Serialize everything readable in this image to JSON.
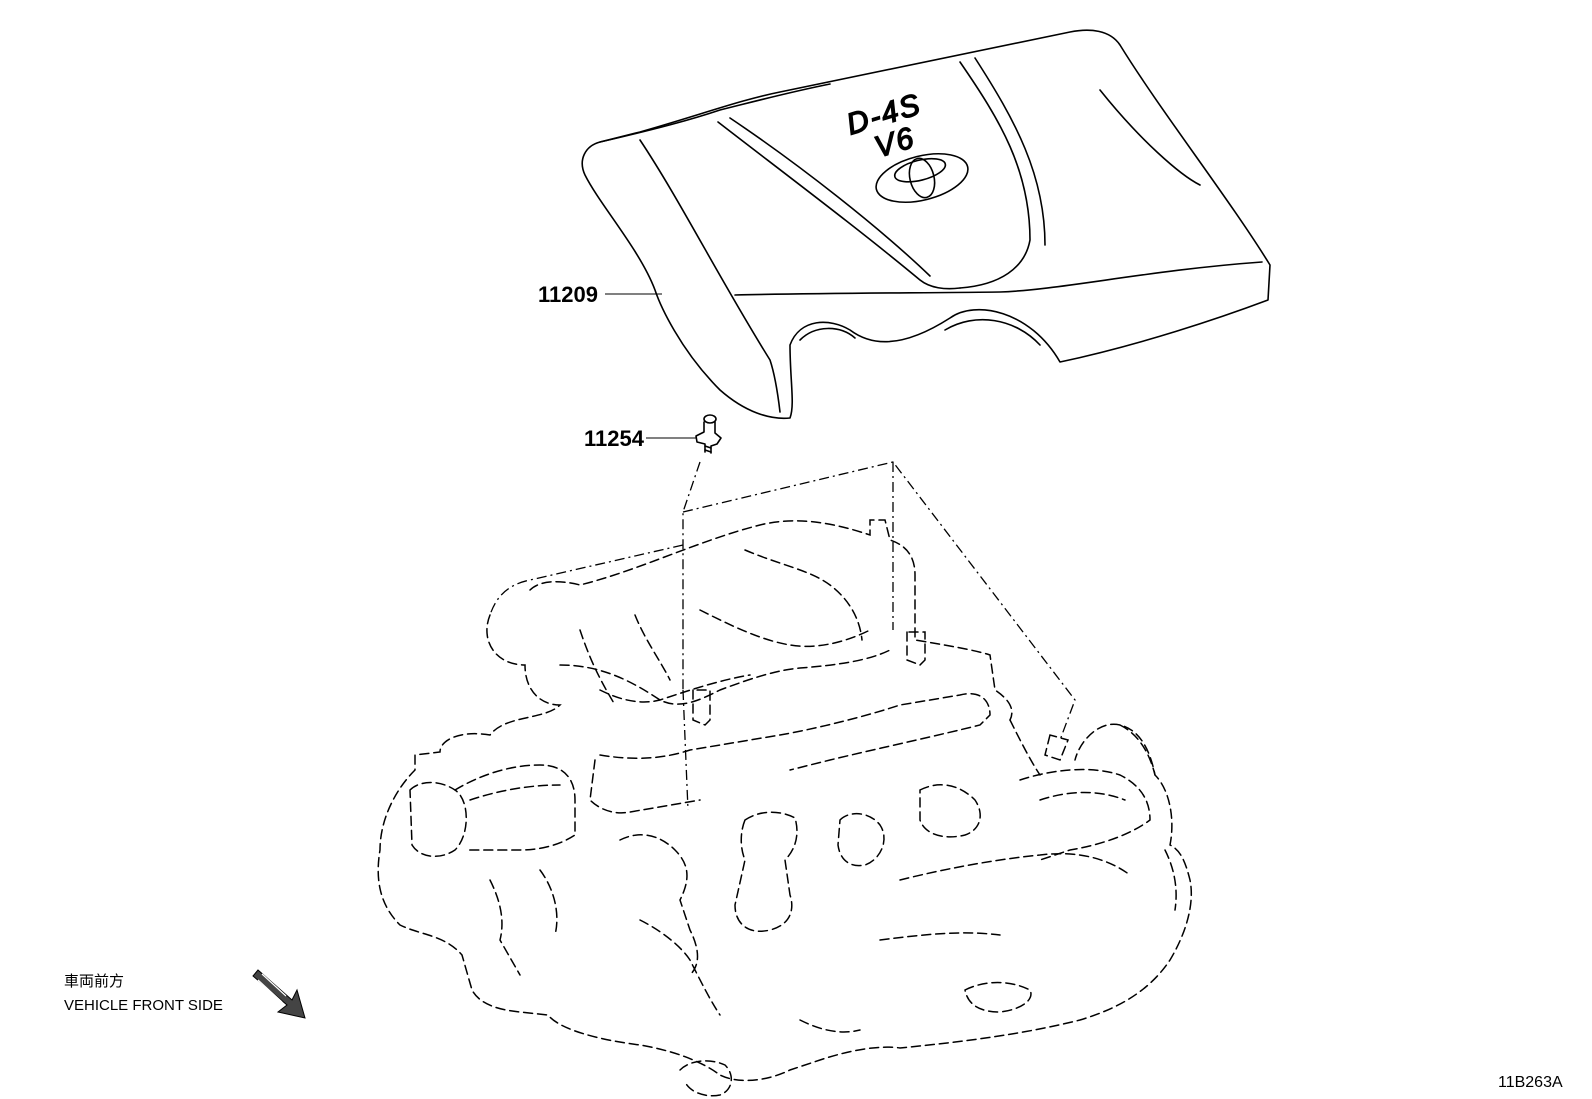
{
  "parts": {
    "engine_cover": "11209",
    "clip": "11254"
  },
  "emblem": {
    "line1": "D-4S",
    "line2": "V6"
  },
  "front_indicator": {
    "label_jp": "車両前方",
    "label_en": "VEHICLE FRONT SIDE"
  },
  "diagram_id": "11B263A"
}
